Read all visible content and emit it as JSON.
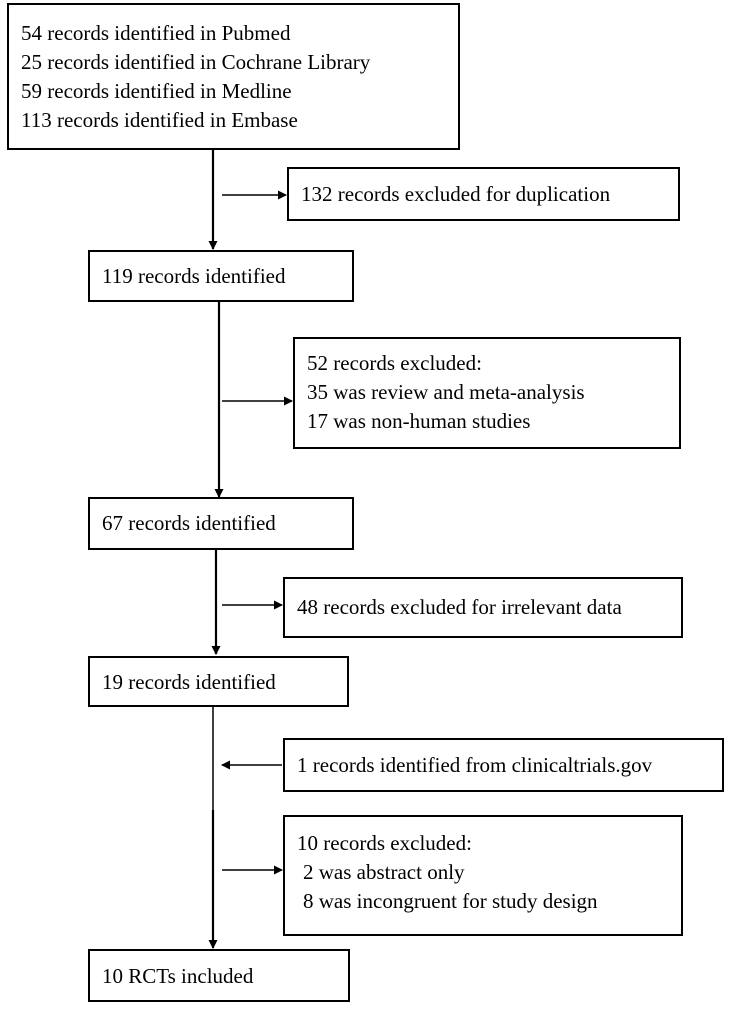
{
  "sources": {
    "lines": [
      "54 records identified in Pubmed",
      "25 records identified in Cochrane Library",
      "59 records identified in Medline",
      "113 records identified in Embase"
    ]
  },
  "excluded_duplication": "132 records excluded for duplication",
  "identified_1": "119 records identified",
  "excluded_1": {
    "header": "52 records excluded:",
    "reasons": [
      "35 was review and meta-analysis",
      "17 was non-human studies"
    ]
  },
  "identified_2": "67 records identified",
  "excluded_irrelevant": "48 records excluded for irrelevant data",
  "identified_3": "19 records identified",
  "added_clinicaltrials": "1 records identified from clinicaltrials.gov",
  "excluded_2": {
    "header": "10 records excluded:",
    "reasons": [
      "2 was abstract only",
      "8 was incongruent for study design"
    ]
  },
  "included": "10 RCTs included",
  "colors": {
    "stroke": "#000000",
    "background": "#ffffff"
  }
}
